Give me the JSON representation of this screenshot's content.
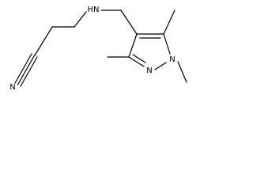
{
  "atoms": {
    "amine": "HN",
    "nitrile_n": "N",
    "ring_n2": "N",
    "ring_n1": "N"
  },
  "colors": {
    "bond": "#000000",
    "background": "#ffffff"
  }
}
